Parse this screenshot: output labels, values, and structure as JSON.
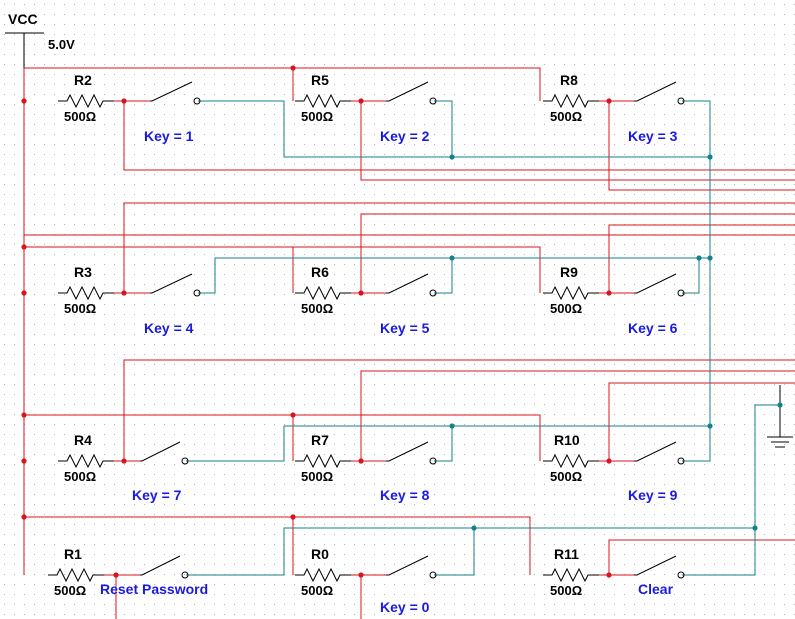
{
  "supply": {
    "label": "VCC",
    "voltage": "5.0V"
  },
  "resistors": [
    {
      "ref": "R2",
      "value": "500Ω",
      "key": "Key = 1"
    },
    {
      "ref": "R5",
      "value": "500Ω",
      "key": "Key = 2"
    },
    {
      "ref": "R8",
      "value": "500Ω",
      "key": "Key = 3"
    },
    {
      "ref": "R3",
      "value": "500Ω",
      "key": "Key = 4"
    },
    {
      "ref": "R6",
      "value": "500Ω",
      "key": "Key = 5"
    },
    {
      "ref": "R9",
      "value": "500Ω",
      "key": "Key = 6"
    },
    {
      "ref": "R4",
      "value": "500Ω",
      "key": "Key = 7"
    },
    {
      "ref": "R7",
      "value": "500Ω",
      "key": "Key = 8"
    },
    {
      "ref": "R10",
      "value": "500Ω",
      "key": "Key = 9"
    },
    {
      "ref": "R1",
      "value": "500Ω",
      "key": "Reset Password"
    },
    {
      "ref": "R0",
      "value": "500Ω",
      "key": "Key = 0"
    },
    {
      "ref": "R11",
      "value": "500Ω",
      "key": "Clear"
    }
  ],
  "colors": {
    "power_wire": "#d8141c",
    "signal_wire": "#158287",
    "key_label": "#1a1adc",
    "grid": "#b4b4b4"
  }
}
